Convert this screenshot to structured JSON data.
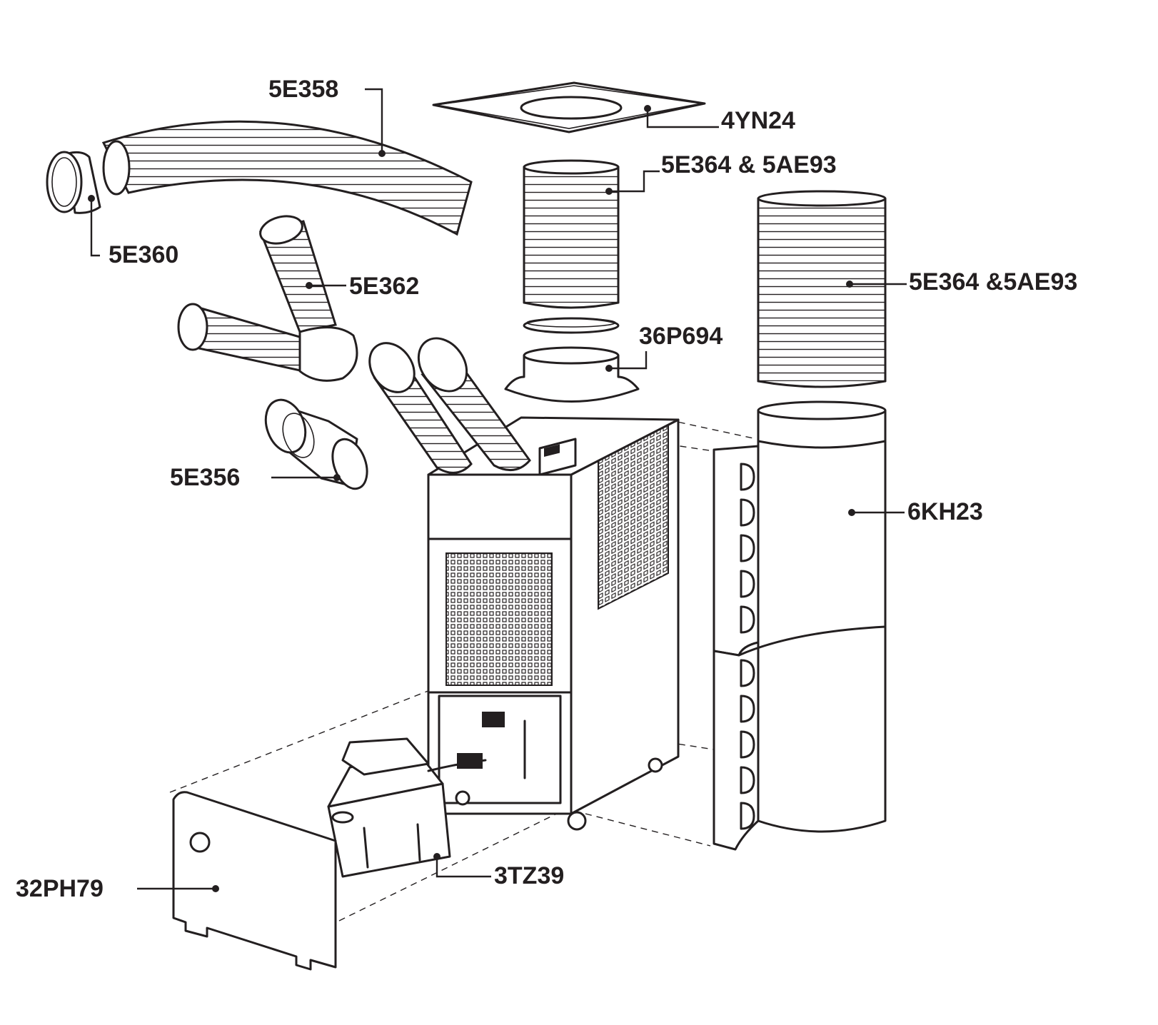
{
  "parts": [
    {
      "id": "hose-5e358",
      "label": "5E358"
    },
    {
      "id": "ceiling-panel-4yn24",
      "label": "4YN24"
    },
    {
      "id": "duct-5e364-top",
      "label": "5E364 & 5AE93"
    },
    {
      "id": "duct-5e364-right",
      "label": "5E364 &5AE93"
    },
    {
      "id": "collar-5e360",
      "label": "5E360"
    },
    {
      "id": "y-duct-5e362",
      "label": "5E362"
    },
    {
      "id": "adapter-36p694",
      "label": "36P694"
    },
    {
      "id": "reducer-5e356",
      "label": "5E356"
    },
    {
      "id": "plenum-6kh23",
      "label": "6KH23"
    },
    {
      "id": "pump-3tz39",
      "label": "3TZ39"
    },
    {
      "id": "panel-32ph79",
      "label": "32PH79"
    }
  ]
}
